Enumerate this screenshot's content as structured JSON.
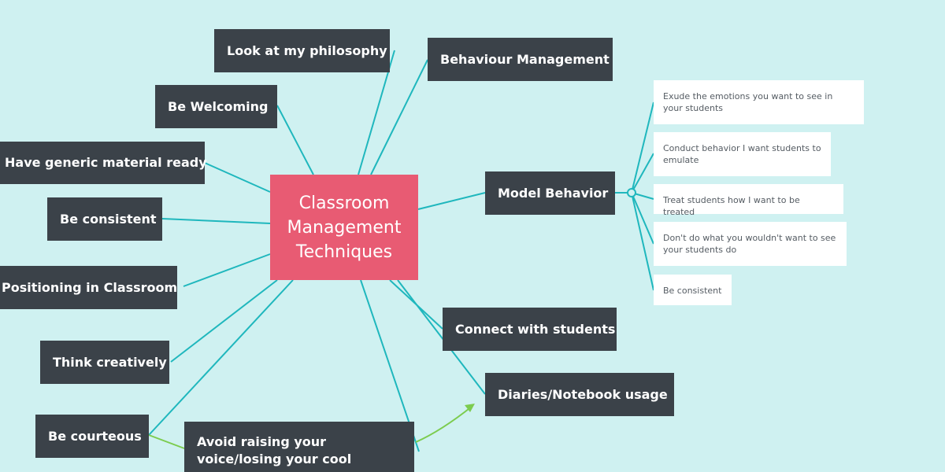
{
  "central_topic": "Classroom Management Techniques",
  "topics": {
    "look_at_my_philosophy": "Look at my philosophy",
    "be_welcoming": "Be Welcoming",
    "have_generic_material_ready": "Have generic material ready",
    "be_consistent": "Be consistent",
    "positioning_in_classroom": "Positioning in Classroom",
    "think_creatively": "Think creatively",
    "be_courteous": "Be courteous",
    "avoid_raising_voice": "Avoid raising your voice/losing your cool",
    "behaviour_management": "Behaviour Management",
    "model_behavior": "Model Behavior",
    "connect_with_students": "Connect with students",
    "diaries_notebook_usage": "Diaries/Notebook usage"
  },
  "model_behavior_subtopics": [
    "Exude the emotions you want to see in your students",
    "Conduct behavior I want students to emulate",
    "Treat students how I want to be treated",
    "Don't do what you wouldn't want to see your students do",
    "Be consistent"
  ],
  "colors": {
    "background": "#cff1f1",
    "central_node": "#e85b73",
    "topic_node": "#3b4249",
    "connector": "#1fb7bd",
    "relationship_arrow": "#7ccc4f"
  }
}
